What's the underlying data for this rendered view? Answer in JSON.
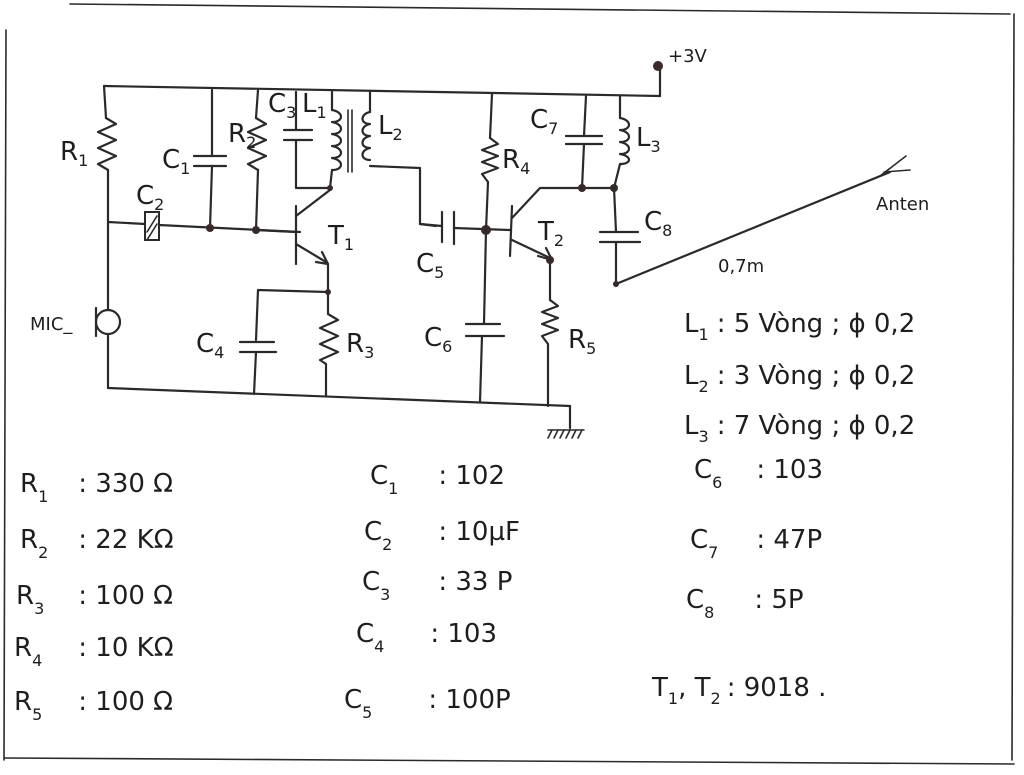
{
  "diagram": {
    "type": "circuit-schematic",
    "title": "FM transmitter schematic (hand-drawn)",
    "supply_label": "+3V",
    "antenna_label": "Anten",
    "antenna_length": "0,7m",
    "mic_label": "MIC_",
    "components": {
      "R1": {
        "letter": "R",
        "index": "1"
      },
      "R2": {
        "letter": "R",
        "index": "2"
      },
      "R3": {
        "letter": "R",
        "index": "3"
      },
      "R4": {
        "letter": "R",
        "index": "4"
      },
      "R5": {
        "letter": "R",
        "index": "5"
      },
      "C1": {
        "letter": "C",
        "index": "1"
      },
      "C2": {
        "letter": "C",
        "index": "2"
      },
      "C3": {
        "letter": "C",
        "index": "3"
      },
      "C4": {
        "letter": "C",
        "index": "4"
      },
      "C5": {
        "letter": "C",
        "index": "5"
      },
      "C6": {
        "letter": "C",
        "index": "6"
      },
      "C7": {
        "letter": "C",
        "index": "7"
      },
      "C8": {
        "letter": "C",
        "index": "8"
      },
      "L1": {
        "letter": "L",
        "index": "1"
      },
      "L2": {
        "letter": "L",
        "index": "2"
      },
      "L3": {
        "letter": "L",
        "index": "3"
      },
      "T1": {
        "letter": "T",
        "index": "1"
      },
      "T2": {
        "letter": "T",
        "index": "2"
      }
    }
  },
  "coil_specs": [
    {
      "letter": "L",
      "index": "1",
      "value": ": 5 Vòng ; ϕ 0,2"
    },
    {
      "letter": "L",
      "index": "2",
      "value": ": 3 Vòng ; ϕ 0,2"
    },
    {
      "letter": "L",
      "index": "3",
      "value": ": 7 Vòng ; ϕ 0,2"
    }
  ],
  "resistor_values": [
    {
      "letter": "R",
      "index": "1",
      "value": ":  330 Ω"
    },
    {
      "letter": "R",
      "index": "2",
      "value": ":  22 KΩ"
    },
    {
      "letter": "R",
      "index": "3",
      "value": ":  100 Ω"
    },
    {
      "letter": "R",
      "index": "4",
      "value": ":  10 KΩ"
    },
    {
      "letter": "R",
      "index": "5",
      "value": ":  100 Ω"
    }
  ],
  "capacitor_values_left": [
    {
      "letter": "C",
      "index": "1",
      "value": ":  102"
    },
    {
      "letter": "C",
      "index": "2",
      "value": ":  10µF"
    },
    {
      "letter": "C",
      "index": "3",
      "value": ":  33 P"
    },
    {
      "letter": "C",
      "index": "4",
      "value": ":  103"
    },
    {
      "letter": "C",
      "index": "5",
      "value": ":  100P"
    }
  ],
  "capacitor_values_right": [
    {
      "letter": "C",
      "index": "6",
      "value": ":  103"
    },
    {
      "letter": "C",
      "index": "7",
      "value": ":  47P"
    },
    {
      "letter": "C",
      "index": "8",
      "value": ":  5P"
    }
  ],
  "transistors": {
    "label": "T",
    "i1": "1",
    "sep": ", ",
    "i2": "2",
    "value": ": 9018 ."
  }
}
